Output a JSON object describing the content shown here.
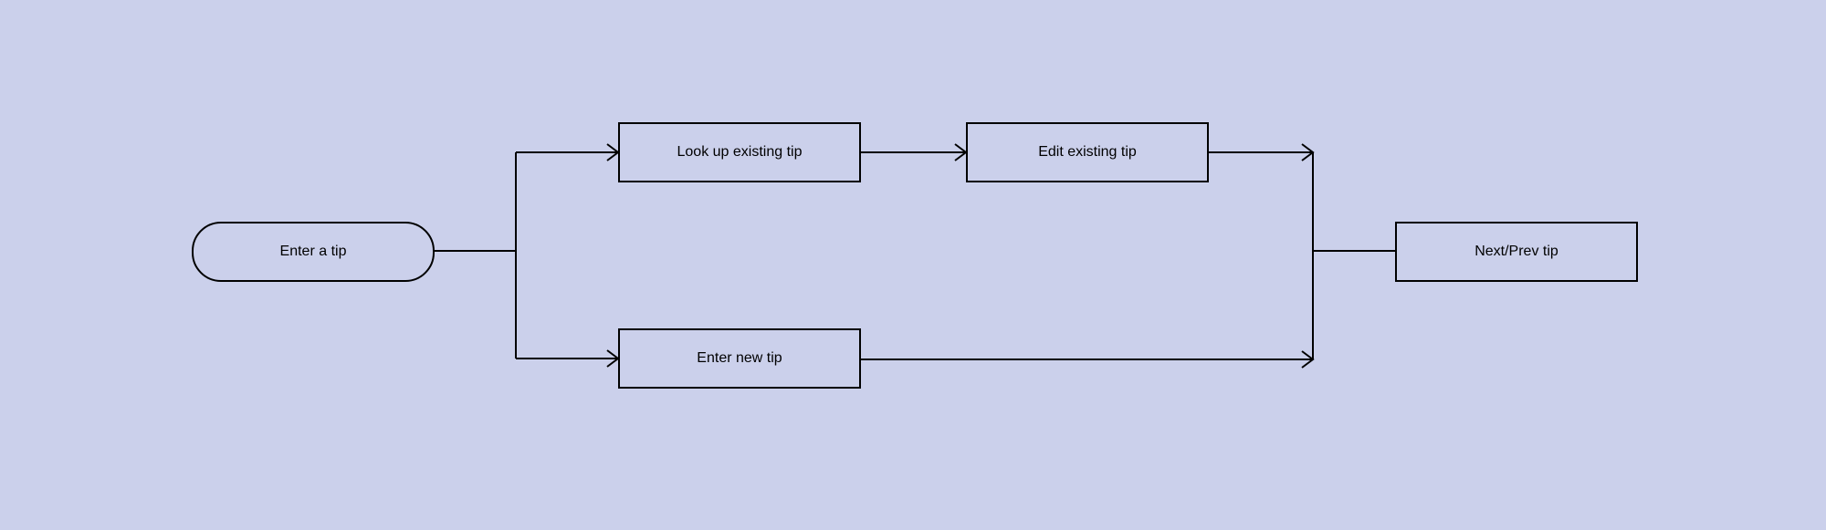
{
  "diagram": {
    "background": "#cbd0eb",
    "stroke": "#000000",
    "nodes": {
      "start": "Enter a tip",
      "lookup": "Look up existing tip",
      "edit": "Edit existing tip",
      "new_tip": "Enter new tip",
      "next_prev": "Next/Prev tip"
    },
    "edges": [
      {
        "from": "start",
        "to": "lookup",
        "arrow": true
      },
      {
        "from": "start",
        "to": "new_tip",
        "arrow": true
      },
      {
        "from": "lookup",
        "to": "edit",
        "arrow": true
      },
      {
        "from": "edit",
        "to": "next_prev",
        "arrow": true
      },
      {
        "from": "new_tip",
        "to": "next_prev",
        "arrow": true
      }
    ]
  }
}
